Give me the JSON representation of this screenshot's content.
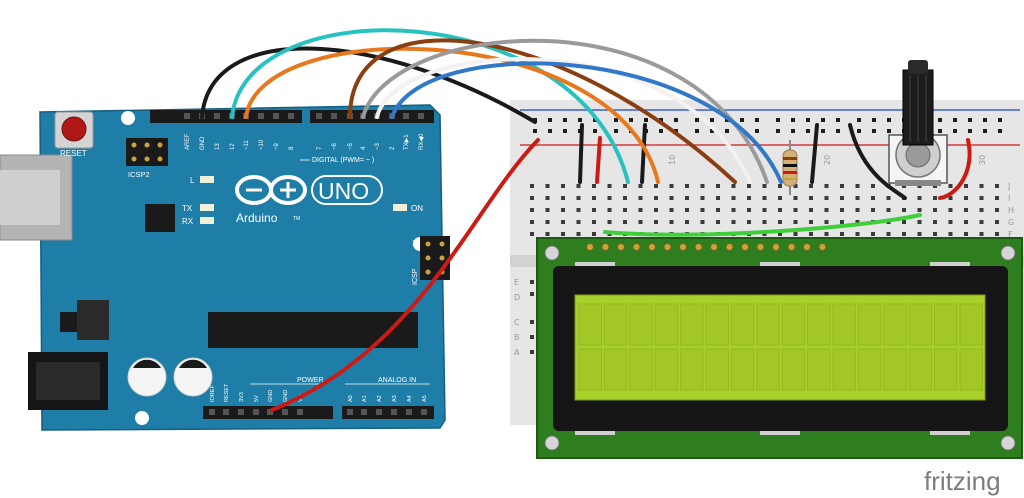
{
  "arduino": {
    "reset_label": "RESET",
    "icsp2_label": "ICSP2",
    "brand": "Arduino",
    "model": "UNO",
    "tm": "TM",
    "digital_label": "DIGITAL (PWM= ~ )",
    "on_label": "ON",
    "led_l": "L",
    "led_tx": "TX",
    "led_rx": "RX",
    "icsp_label": "ICSP",
    "icsp_pin1": "1",
    "power_label": "POWER",
    "analog_label": "ANALOG IN",
    "top_pins": [
      "AREF",
      "GND",
      "13",
      "12",
      "~11",
      "~10",
      "~9",
      "8",
      "7",
      "~6",
      "~5",
      "4",
      "~3",
      "2",
      "TX▶1",
      "RX◀0"
    ],
    "bottom_pins": [
      "IOREF",
      "RESET",
      "3V3",
      "5V",
      "GND",
      "GND",
      "Vin",
      "A0",
      "A1",
      "A2",
      "A3",
      "A4",
      "A5"
    ]
  },
  "breadboard": {
    "row_letters_right": [
      "J",
      "I",
      "H",
      "G",
      "F"
    ],
    "row_letters_left": [
      "E",
      "D",
      "C",
      "B",
      "A"
    ],
    "col_numbers": [
      "10",
      "20",
      "30"
    ]
  },
  "watermark": "fritzing",
  "colors": {
    "board": "#1f7ea7",
    "lcd_pcb": "#2e7d1f",
    "lcd_screen": "#a9cf2a",
    "wire_black": "#1a1a1a",
    "wire_red": "#cc1a14",
    "wire_cyan": "#27c1c0",
    "wire_orange": "#e8781c",
    "wire_brown": "#8a3f12",
    "wire_gray": "#9a9a9a",
    "wire_white": "#f2f2f2",
    "wire_blue": "#3278c8",
    "wire_green": "#3fcf3a"
  }
}
